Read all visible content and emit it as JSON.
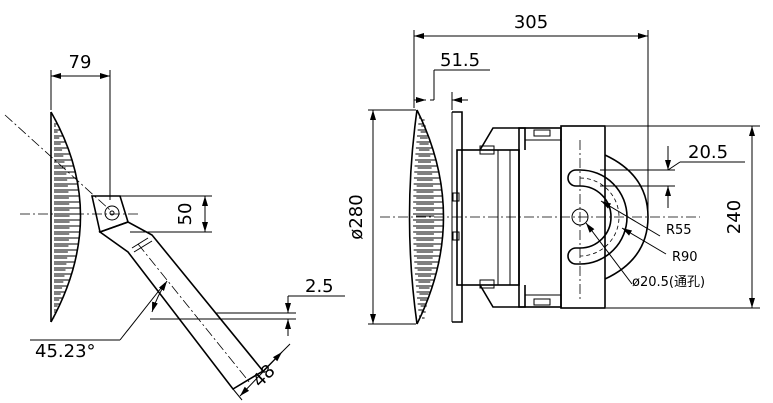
{
  "left_view": {
    "depth_dim": "79",
    "offset_dim": "50",
    "gap_dim": "2.5",
    "angle_dim": "45.23°",
    "arm_width_dim": "48"
  },
  "right_view": {
    "total_length_dim": "305",
    "housing_depth_dim": "51.5",
    "diameter_dim": "ø280",
    "slot_width_dim": "20.5",
    "height_dim": "240",
    "inner_radius_label": "R55",
    "outer_radius_label": "R90",
    "hole_label": "ø20.5(通孔)"
  }
}
